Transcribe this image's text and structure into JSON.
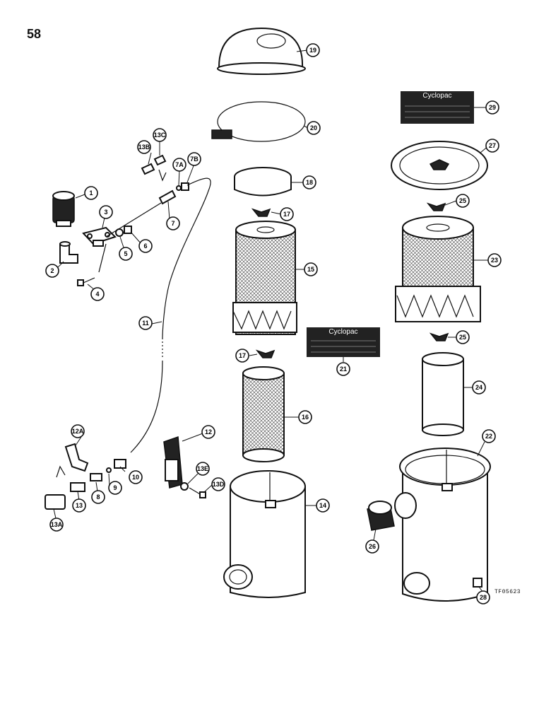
{
  "page": {
    "number": "58",
    "drawing_code": "TF05623"
  },
  "decals": {
    "brand_text": "Cyclopac"
  },
  "callouts": {
    "c1": "1",
    "c2": "2",
    "c3": "3",
    "c4": "4",
    "c5": "5",
    "c6": "6",
    "c7": "7",
    "c7a": "7A",
    "c7b": "7B",
    "c8": "8",
    "c9": "9",
    "c10": "10",
    "c11": "11",
    "c12": "12",
    "c12a": "12A",
    "c13": "13",
    "c13a": "13A",
    "c13b": "13B",
    "c13c": "13C",
    "c13d": "13D",
    "c13e": "13E",
    "c14": "14",
    "c15": "15",
    "c16": "16",
    "c17a": "17",
    "c17b": "17",
    "c18": "18",
    "c19": "19",
    "c20": "20",
    "c21": "21",
    "c22": "22",
    "c23": "23",
    "c24": "24",
    "c25a": "25",
    "c25b": "25",
    "c26": "26",
    "c27": "27",
    "c28": "28",
    "c29": "29"
  }
}
